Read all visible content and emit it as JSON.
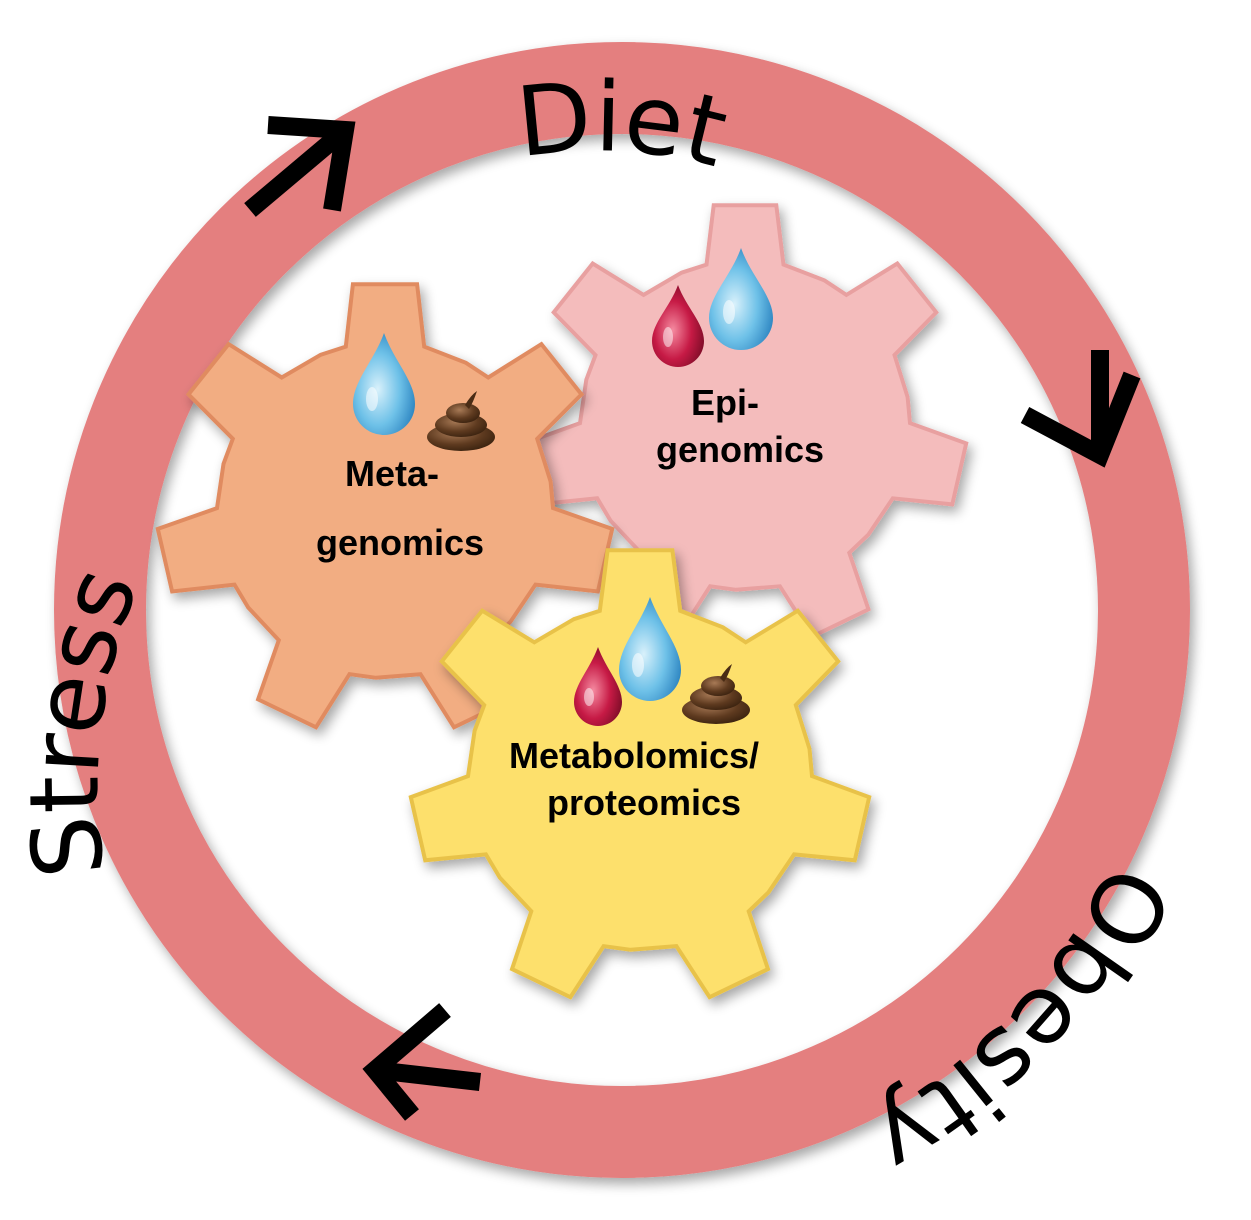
{
  "ring": {
    "color": "#e47f7f",
    "labels": {
      "diet": "Diet",
      "obesity": "Obesity",
      "stress": "Stress"
    }
  },
  "gears": {
    "metagenomics": {
      "line1": "Meta-",
      "line2": "genomics",
      "color": "#f2ad82",
      "icons": [
        "water-drop-icon",
        "stool-icon"
      ]
    },
    "epigenomics": {
      "line1": "Epi-",
      "line2": "genomics",
      "color": "#f4bcbc",
      "icons": [
        "blood-drop-icon",
        "water-drop-icon"
      ]
    },
    "metabolomics": {
      "line1": "Metabolomics/",
      "line2": "proteomics",
      "color": "#fde06c",
      "icons": [
        "blood-drop-icon",
        "water-drop-icon",
        "stool-icon"
      ]
    }
  }
}
